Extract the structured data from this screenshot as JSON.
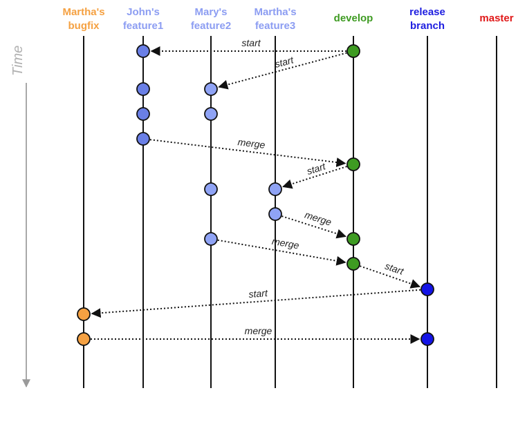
{
  "time_axis": {
    "label": "Time",
    "color": "#b0b0b0"
  },
  "branches": [
    {
      "id": "bugfix",
      "line1": "Martha's",
      "line2": "bugfix",
      "color": "#f5a142",
      "node_fill": "#f5a142"
    },
    {
      "id": "feature1",
      "line1": "John's",
      "line2": "feature1",
      "color": "#8c9df2",
      "node_fill": "#6a7fe6"
    },
    {
      "id": "feature2",
      "line1": "Mary's",
      "line2": "feature2",
      "color": "#8c9df2",
      "node_fill": "#8fa3f5"
    },
    {
      "id": "feature3",
      "line1": "Martha's",
      "line2": "feature3",
      "color": "#8c9df2",
      "node_fill": "#8fa3f5"
    },
    {
      "id": "develop",
      "line1": "develop",
      "line2": "",
      "color": "#3e9b22",
      "node_fill": "#3e9b22"
    },
    {
      "id": "release",
      "line1": "release",
      "line2": "branch",
      "color": "#1d1de0",
      "node_fill": "#1414e6"
    },
    {
      "id": "master",
      "line1": "master",
      "line2": "",
      "color": "#e01919",
      "node_fill": "#e01919"
    }
  ],
  "commits": [
    {
      "branch": "develop",
      "t": 1
    },
    {
      "branch": "feature1",
      "t": 1
    },
    {
      "branch": "feature2",
      "t": 2
    },
    {
      "branch": "feature1",
      "t": 2
    },
    {
      "branch": "feature1",
      "t": 3
    },
    {
      "branch": "feature2",
      "t": 3
    },
    {
      "branch": "feature1",
      "t": 4
    },
    {
      "branch": "develop",
      "t": 5
    },
    {
      "branch": "feature2",
      "t": 6
    },
    {
      "branch": "feature3",
      "t": 6
    },
    {
      "branch": "feature3",
      "t": 7
    },
    {
      "branch": "feature2",
      "t": 8
    },
    {
      "branch": "develop",
      "t": 8
    },
    {
      "branch": "develop",
      "t": 9
    },
    {
      "branch": "release",
      "t": 10
    },
    {
      "branch": "bugfix",
      "t": 11
    },
    {
      "branch": "bugfix",
      "t": 12
    },
    {
      "branch": "release",
      "t": 12
    }
  ],
  "edges": [
    {
      "from": 0,
      "to": 1,
      "label": "start"
    },
    {
      "from": 0,
      "to": 2,
      "label": "start"
    },
    {
      "from": 6,
      "to": 7,
      "label": "merge"
    },
    {
      "from": 7,
      "to": 9,
      "label": "start"
    },
    {
      "from": 10,
      "to": 12,
      "label": "merge"
    },
    {
      "from": 11,
      "to": 13,
      "label": "merge"
    },
    {
      "from": 13,
      "to": 14,
      "label": "start"
    },
    {
      "from": 14,
      "to": 15,
      "label": "start"
    },
    {
      "from": 16,
      "to": 17,
      "label": "merge"
    }
  ]
}
